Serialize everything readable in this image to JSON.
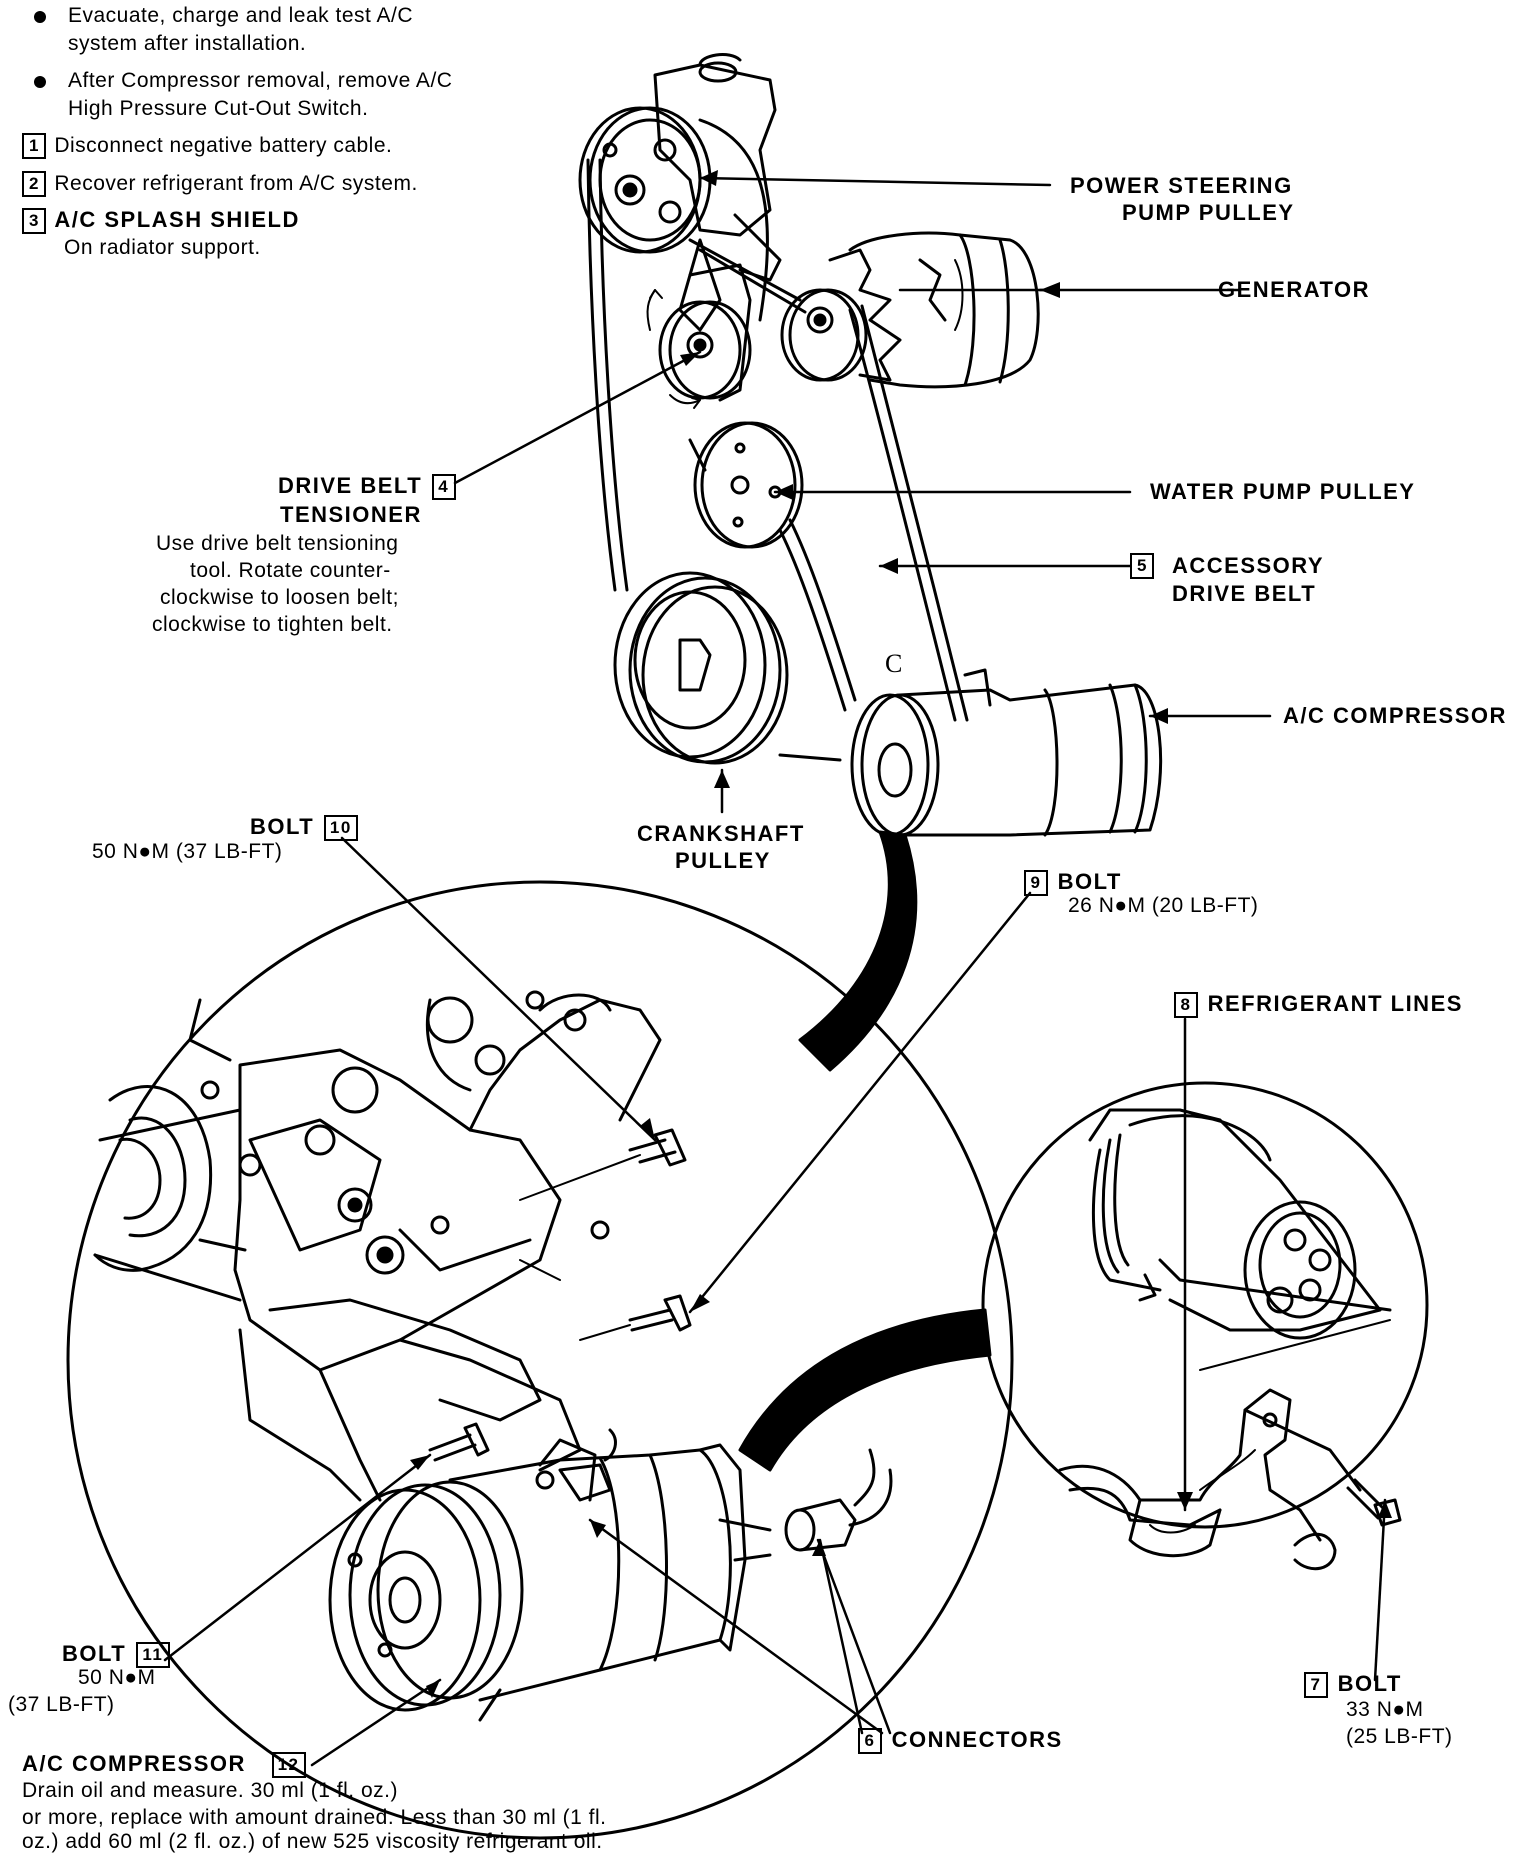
{
  "notes": {
    "bullet1": [
      "Evacuate, charge and leak test A/C",
      "system after installation."
    ],
    "bullet2": [
      "After Compressor removal, remove A/C",
      "High Pressure Cut-Out Switch."
    ],
    "step1": {
      "num": "1",
      "text": "Disconnect negative battery cable."
    },
    "step2": {
      "num": "2",
      "text": "Recover refrigerant from A/C system."
    },
    "step3": {
      "num": "3",
      "title": "A/C SPLASH SHIELD",
      "text": "On radiator support."
    }
  },
  "labels": {
    "power_steering": [
      "POWER STEERING",
      "PUMP PULLEY"
    ],
    "generator": "GENERATOR",
    "water_pump": "WATER PUMP PULLEY",
    "accessory_belt": {
      "num": "5",
      "lines": [
        "ACCESSORY",
        "DRIVE BELT"
      ]
    },
    "ac_compressor_top": "A/C COMPRESSOR",
    "crankshaft": [
      "CRANKSHAFT",
      "PULLEY"
    ],
    "drive_belt_tensioner": {
      "num": "4",
      "title": [
        "DRIVE BELT",
        "TENSIONER"
      ],
      "text": [
        "Use drive belt tensioning",
        "tool. Rotate counter-",
        "clockwise to loosen belt;",
        "clockwise to tighten belt."
      ]
    },
    "bolt10": {
      "num": "10",
      "title": "BOLT",
      "torque": "50 N●M (37 LB-FT)"
    },
    "bolt9": {
      "num": "9",
      "title": "BOLT",
      "torque": "26 N●M (20 LB-FT)"
    },
    "refrigerant_lines": {
      "num": "8",
      "title": "REFRIGERANT LINES"
    },
    "bolt11": {
      "num": "11",
      "title": "BOLT",
      "torque": [
        "50 N●M",
        "(37 LB-FT)"
      ]
    },
    "bolt7": {
      "num": "7",
      "title": "BOLT",
      "torque": [
        "33 N●M",
        "(25 LB-FT)"
      ]
    },
    "connectors": {
      "num": "6",
      "title": "CONNECTORS"
    },
    "ac_compressor_bottom": {
      "num": "12",
      "title": "A/C COMPRESSOR",
      "text": [
        "Drain oil and measure. 30 ml (1 fl. oz.)",
        "or more, replace with amount drained. Less than 30 ml (1 fl.",
        "oz.) add 60 ml (2 fl. oz.) of new 525 viscosity refrigerant oil."
      ]
    },
    "c_mark": "C"
  }
}
